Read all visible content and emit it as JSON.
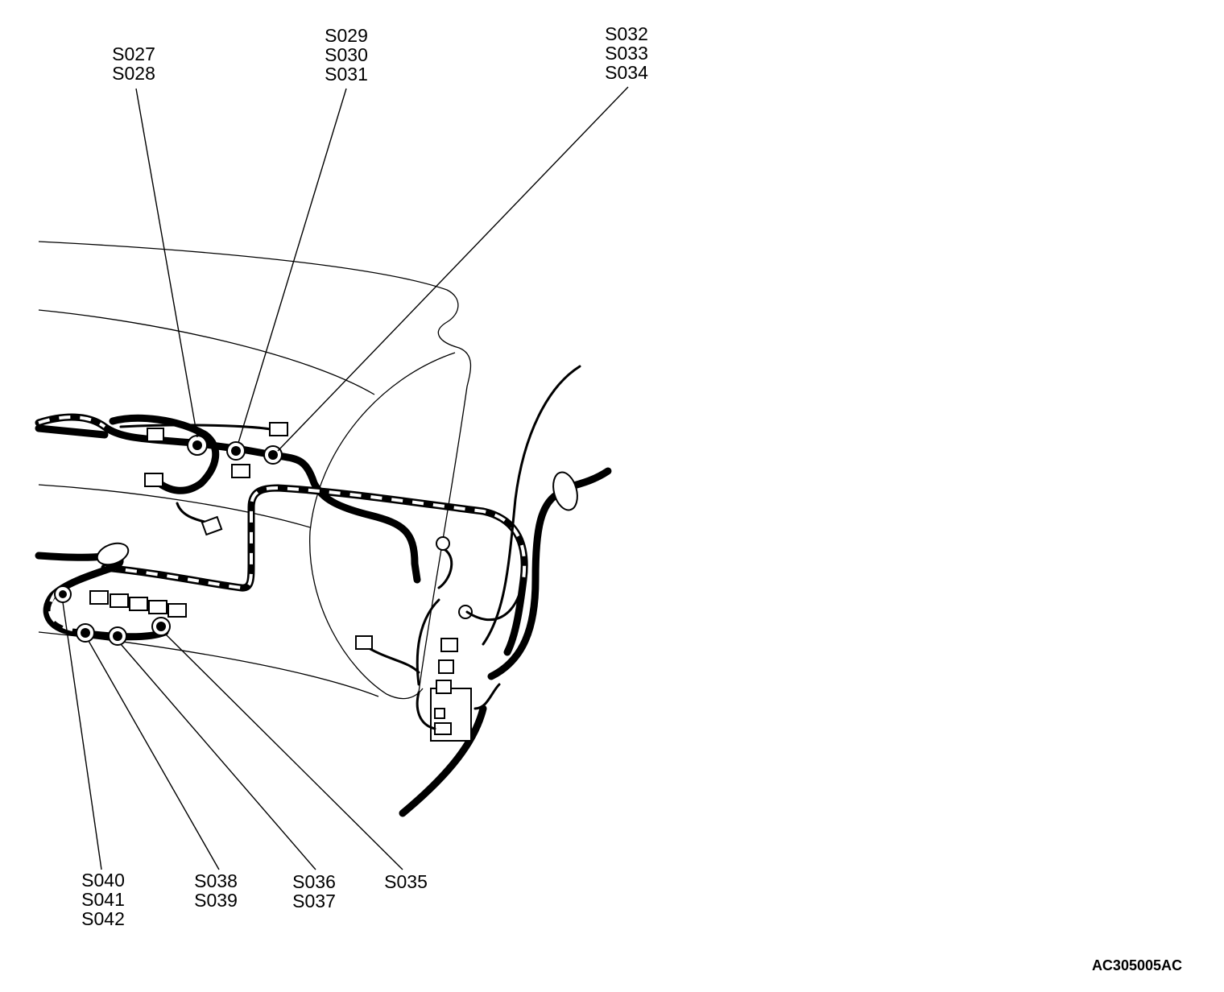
{
  "callouts": {
    "top_left": [
      "S027",
      "S028"
    ],
    "top_middle": [
      "S029",
      "S030",
      "S031"
    ],
    "top_right": [
      "S032",
      "S033",
      "S034"
    ],
    "bottom_1": [
      "S040",
      "S041",
      "S042"
    ],
    "bottom_2": [
      "S038",
      "S039"
    ],
    "bottom_3": [
      "S036",
      "S037"
    ],
    "bottom_4": [
      "S035"
    ]
  },
  "figure_id": "AC305005AC",
  "colors": {
    "ink": "#000000",
    "background": "#ffffff"
  }
}
